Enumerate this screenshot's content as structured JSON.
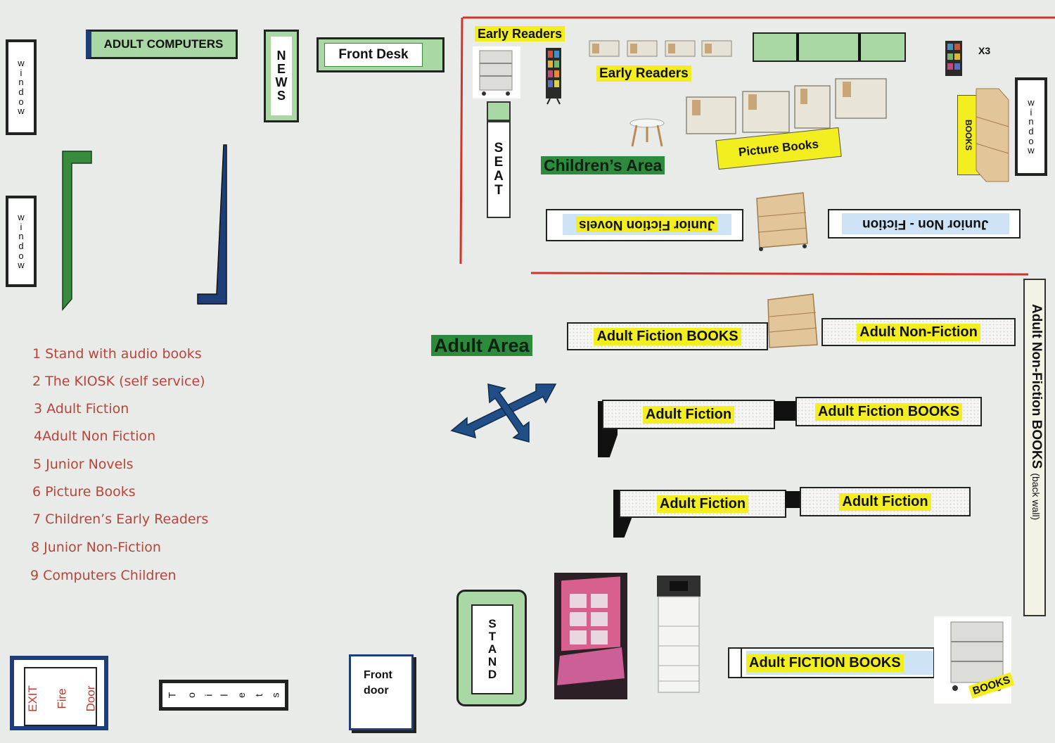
{
  "top_left": {
    "adult_computers": "ADULT COMPUTERS",
    "news": [
      "N",
      "E",
      "W",
      "S"
    ],
    "front_desk": "Front Desk",
    "window_top": [
      "w",
      "i",
      "n",
      "d",
      "o",
      "w"
    ],
    "window_mid": [
      "w",
      "i",
      "n",
      "d",
      "o",
      "w"
    ]
  },
  "children": {
    "early_readers_1": "Early Readers",
    "early_readers_2": "Early Readers",
    "x3": "X3",
    "seat": [
      "S",
      "E",
      "A",
      "T"
    ],
    "childrens_area": "Children’s Area",
    "picture_books": "Picture Books",
    "books_vertical": "BOOKS",
    "window_right": [
      "w",
      "i",
      "n",
      "d",
      "o",
      "w"
    ],
    "junior_fiction_novels": "Junior Fiction Novels",
    "junior_non_fiction": "Junior Non - Fiction"
  },
  "adult": {
    "adult_area": "Adult Area",
    "adult_fiction_books_1": "Adult Fiction BOOKS",
    "adult_non_fiction": "Adult Non-Fiction",
    "adult_fiction_1": "Adult Fiction",
    "adult_fiction_books_2": "Adult Fiction BOOKS",
    "adult_fiction_2": "Adult Fiction",
    "adult_fiction_3": "Adult Fiction",
    "back_wall": "Adult  Non-Fiction BOOKS",
    "back_wall_suffix": "(back wall)",
    "adult_fiction_books_3": "Adult FICTION  BOOKS",
    "books_tilted": "BOOKS"
  },
  "legend": [
    "1 Stand with audio books",
    "2 The  KIOSK (self service)",
    "3 Adult Fiction",
    "4Adult Non Fiction",
    "5 Junior Novels",
    "6 Picture Books",
    "7 Children’s Early Readers",
    "8 Junior Non-Fiction",
    "9 Computers Children"
  ],
  "bottom": {
    "exit_fire_door": [
      "EXIT",
      "Fire",
      "Door"
    ],
    "toilets": [
      "T",
      "o",
      "i",
      "l",
      "e",
      "t",
      "s"
    ],
    "front_door": [
      "Front",
      "door"
    ],
    "stand": [
      "S",
      "T",
      "A",
      "N",
      "D"
    ]
  },
  "colors": {
    "red_line": "#d0342c",
    "green_box": "#a9d8a4",
    "green_border": "#3a8a3e",
    "navy": "#1f3e78",
    "highlight_yellow": "#f2ee1f",
    "highlight_green": "#2e8b3e",
    "legend_red": "#b6453a",
    "blue_box": "#cfe3f7"
  }
}
